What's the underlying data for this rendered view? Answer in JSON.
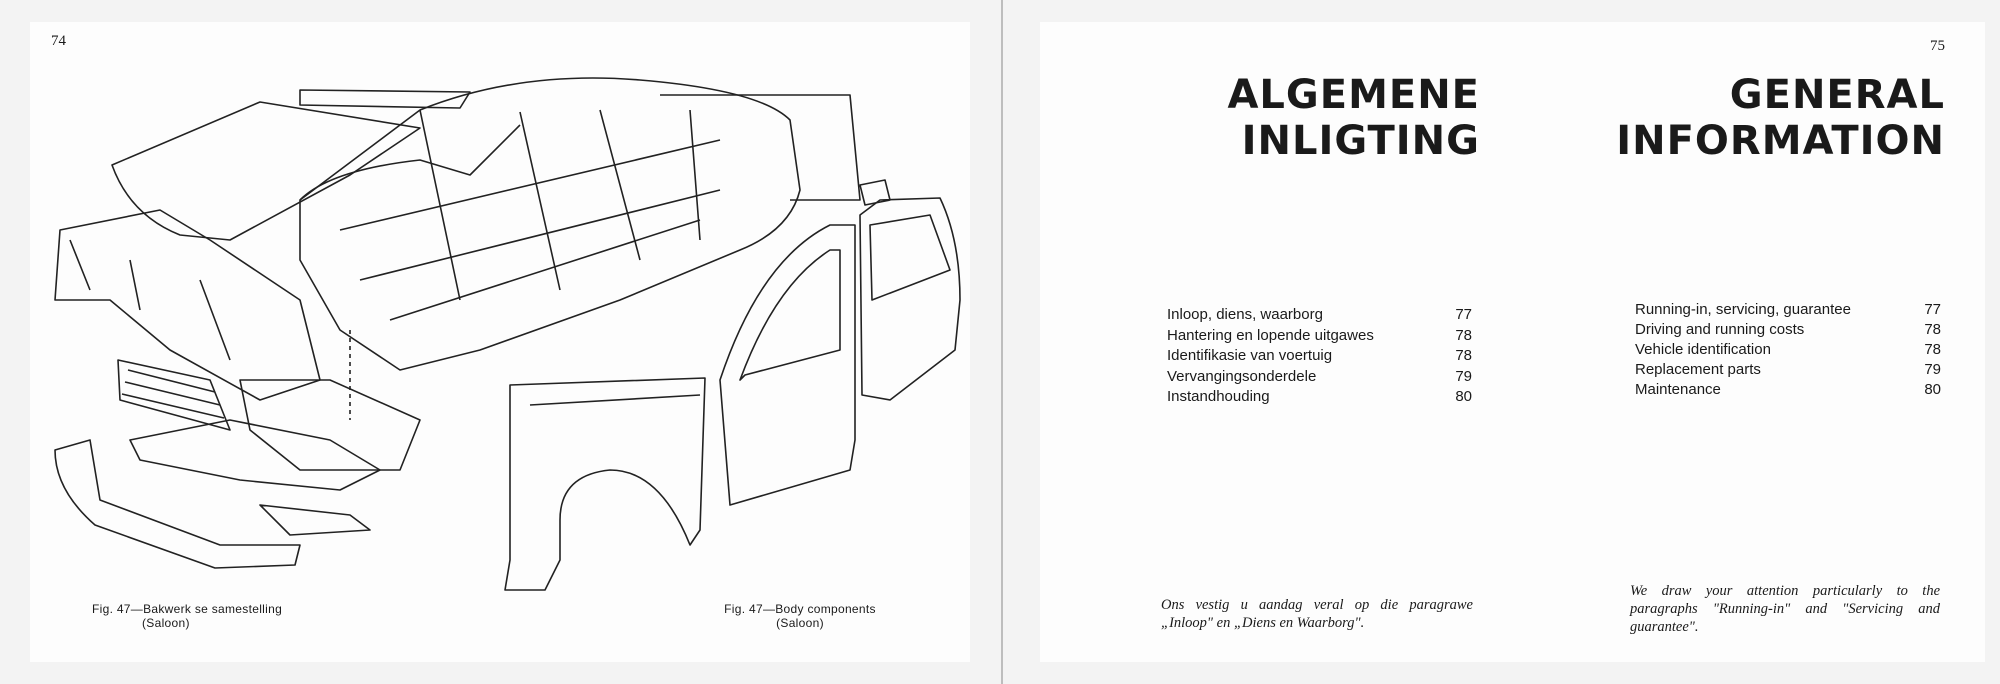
{
  "left_page": {
    "page_number": "74",
    "caption_afrikaans": {
      "line1": "Fig. 47—Bakwerk se samestelling",
      "line2": "(Saloon)"
    },
    "caption_english": {
      "line1": "Fig. 47—Body components",
      "line2": "(Saloon)"
    }
  },
  "right_page": {
    "page_number": "75",
    "heading_afrikaans": {
      "line1": "ALGEMENE",
      "line2": "INLIGTING"
    },
    "heading_english": {
      "line1": "GENERAL",
      "line2": "INFORMATION"
    },
    "toc_afrikaans": [
      {
        "title": "Inloop, diens, waarborg",
        "page": "77"
      },
      {
        "title": "Hantering en lopende uitgawes",
        "page": "78"
      },
      {
        "title": "Identifikasie van voertuig",
        "page": "78"
      },
      {
        "title": "Vervangingsonderdele",
        "page": "79"
      },
      {
        "title": "Instandhouding",
        "page": "80"
      }
    ],
    "toc_english": [
      {
        "title": "Running-in, servicing, guarantee",
        "page": "77"
      },
      {
        "title": "Driving and running costs",
        "page": "78"
      },
      {
        "title": "Vehicle identification",
        "page": "78"
      },
      {
        "title": "Replacement parts",
        "page": "79"
      },
      {
        "title": "Maintenance",
        "page": "80"
      }
    ],
    "note_afrikaans": "Ons vestig u aandag veral op die paragrawe „Inloop\" en „Diens en Waarborg\".",
    "note_english": "We draw your attention particularly to the paragraphs \"Running-in\" and \"Servicing and guarantee\"."
  }
}
